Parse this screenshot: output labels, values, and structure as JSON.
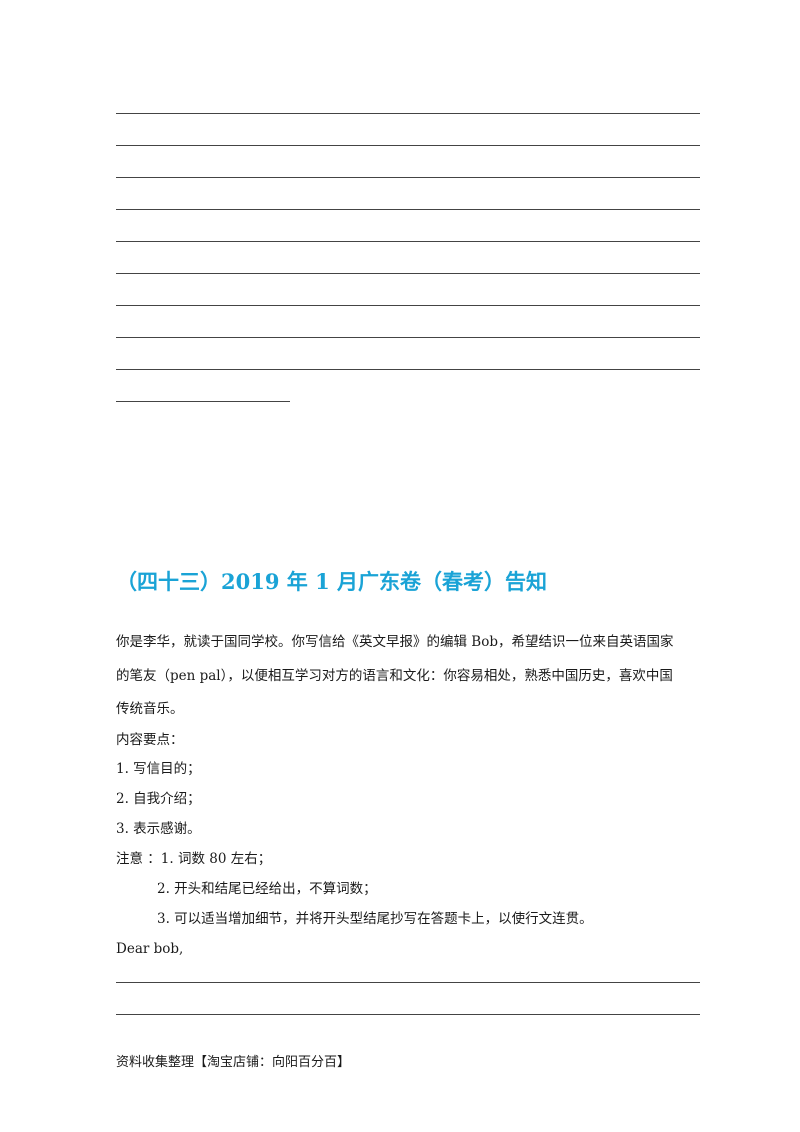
{
  "document": {
    "title": "（四十三）2019 年 1 月广东卷（春考）告知",
    "prompt_lines": [
      "你是李华，就读于国同学校。你写信给《英文早报》的编辑 Bob，希望结识一位来自英语国家",
      "的笔友（pen pal），以便相互学习对方的语言和文化：你容易相处，熟悉中国历史，喜欢中国",
      "传统音乐。"
    ],
    "points_heading": "内容要点：",
    "points": [
      "1. 写信目的；",
      "2. 自我介绍；",
      "3. 表示感谢。"
    ],
    "notes": [
      "注意 ：1. 词数 80 左右；",
      "2. 开头和结尾已经给出，不算词数；",
      "3. 可以适当增加细节，并将开头型结尾抄写在答题卡上，以使行文连贯。"
    ],
    "salutation": "Dear bob,",
    "footer": "资料收集整理【淘宝店铺：向阳百分百】"
  }
}
